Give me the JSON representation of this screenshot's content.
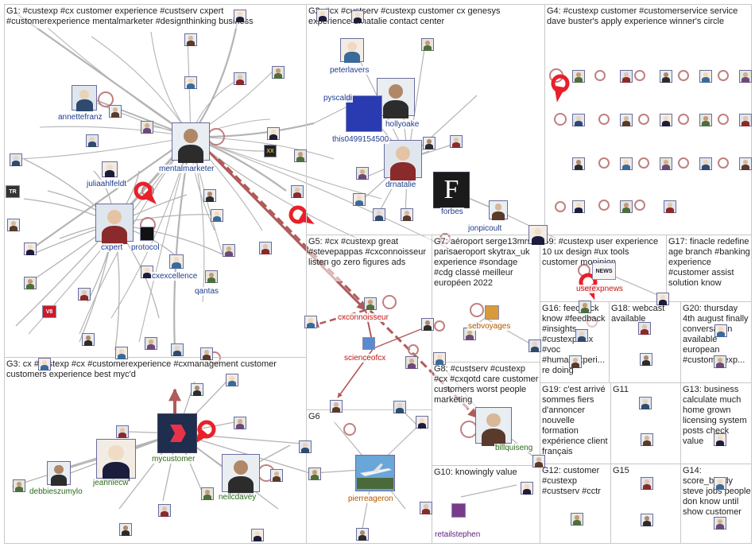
{
  "groups": [
    {
      "id": "g1",
      "label": "G1: #custexp #cx customer experience #custserv cxpert #customerexperience mentalmarketer #designthinking business"
    },
    {
      "id": "g2",
      "label": "G2: #cx #custserv #custexp customer cx genesys experience drnatalie contact center"
    },
    {
      "id": "g4",
      "label": "G4: #custexp customer #customerservice service dave buster's apply experience winner's circle"
    },
    {
      "id": "g3",
      "label": "G3: cx #custexp #cx #customerexperience #cxmanagement customer customers experience best myc'd"
    },
    {
      "id": "g5",
      "label": "G5: #cx #custexp great #stevepappas #cxconnoisseur listen go zero figures ads"
    },
    {
      "id": "g7",
      "label": "G7: aéroport serge13mrs parisaeroport skytrax_uk experience #sondage #cdg classé meilleur européen 2022"
    },
    {
      "id": "g9",
      "label": "G9: #custexp user experience 10 ux design #ux tools customer mopinion"
    },
    {
      "id": "g17",
      "label": "G17: finacle redefine age branch #banking experience #customer assist solution know"
    },
    {
      "id": "g16",
      "label": "G16: feedback know #feedback #insights #custexp #cx #voc #humanexperi... re doing"
    },
    {
      "id": "g18",
      "label": "G18: webcast available"
    },
    {
      "id": "g20",
      "label": "G20: thursday 4th august finally conversation available european #customerexp..."
    },
    {
      "id": "g8",
      "label": "G8: #custserv #custexp #cx #cxqotd care customer customers worst people marketing"
    },
    {
      "id": "g6",
      "label": "G6"
    },
    {
      "id": "g19",
      "label": "G19: c'est arrivé sommes fiers d'annoncer nouvelle formation expérience client français"
    },
    {
      "id": "g11",
      "label": "G11"
    },
    {
      "id": "g13",
      "label": "G13: business calculate much home grown licensing system posts check value"
    },
    {
      "id": "g10",
      "label": "G10: knowingly value"
    },
    {
      "id": "g12",
      "label": "G12: customer #custexp #custserv #cctr"
    },
    {
      "id": "g15",
      "label": "G15"
    },
    {
      "id": "g14",
      "label": "G14: score_buddy steve jobs people don know until show customer"
    }
  ],
  "nodes": [
    {
      "id": "annettefranz",
      "label": "annettefranz",
      "color": "#1f3c8f"
    },
    {
      "id": "mentalmarketer",
      "label": "mentalmarketer",
      "color": "#1f3c8f"
    },
    {
      "id": "juliaahlfeldt",
      "label": "juliaahlfeldt",
      "color": "#1f3c8f"
    },
    {
      "id": "cxpert",
      "label": "cxpert",
      "color": "#1f3c8f"
    },
    {
      "id": "protocol",
      "label": "protocol",
      "color": "#1f3c8f"
    },
    {
      "id": "cxexcellence",
      "label": "cxexcellence",
      "color": "#1f3c8f"
    },
    {
      "id": "qantas",
      "label": "qantas",
      "color": "#1f3c8f"
    },
    {
      "id": "peterlavers",
      "label": "peterlavers",
      "color": "#1f3c8f"
    },
    {
      "id": "pyscaldi",
      "label": "pyscaldi",
      "color": "#1f3c8f"
    },
    {
      "id": "hollyoake",
      "label": "hollyoake",
      "color": "#1f3c8f"
    },
    {
      "id": "this0499154500",
      "label": "this0499154500",
      "color": "#1f3c8f"
    },
    {
      "id": "drnatalie",
      "label": "drnatalie",
      "color": "#1f3c8f"
    },
    {
      "id": "forbes",
      "label": "forbes",
      "color": "#1f3c8f"
    },
    {
      "id": "jonpicoult",
      "label": "jonpicoult",
      "color": "#1f3c8f"
    },
    {
      "id": "userexpnews",
      "label": "userexpnews",
      "color": "#c01818"
    },
    {
      "id": "cxconnoisseur",
      "label": "cxconnoisseur",
      "color": "#c01818"
    },
    {
      "id": "scienceofcx",
      "label": "scienceofcx",
      "color": "#c01818"
    },
    {
      "id": "sebvoyages",
      "label": "sebvoyages",
      "color": "#b25800"
    },
    {
      "id": "mycustomer",
      "label": "mycustomer",
      "color": "#2a6a18"
    },
    {
      "id": "jeanniecw",
      "label": "jeanniecw",
      "color": "#2a6a18"
    },
    {
      "id": "debbieszumylo",
      "label": "debbieszumylo",
      "color": "#2a6a18"
    },
    {
      "id": "neilcdavey",
      "label": "neilcdavey",
      "color": "#2a6a18"
    },
    {
      "id": "billquiseng",
      "label": "billquiseng",
      "color": "#2a6a18"
    },
    {
      "id": "pierreageron",
      "label": "pierreageron",
      "color": "#b25800"
    },
    {
      "id": "retailstephen",
      "label": "retailstephen",
      "color": "#5a1a7a"
    }
  ],
  "icons": {
    "dave_buster_logo": "dave-busters-logo-icon",
    "news_logo": "news-logo-icon",
    "forbes_logo": "forbes-logo-icon",
    "airplane_photo": "airplane-photo-icon",
    "mycustomer_logo": "mycustomer-logo-icon"
  },
  "colors": {
    "edge_gray": "#b4b4b4",
    "edge_red": "#b05a5a",
    "self_loop": "#c08080",
    "arrow_red": "#e8202a"
  },
  "text": {
    "forbes_letter": "F",
    "news_text": "NEWS",
    "v8_text": "V8",
    "tr_text": "TR",
    "xx_text": "XX"
  }
}
